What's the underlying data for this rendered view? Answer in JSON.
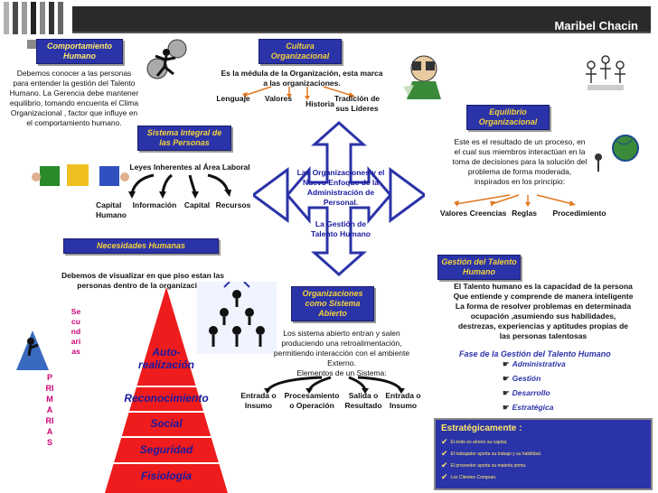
{
  "header": {
    "author": "Maribel Chacin"
  },
  "comportamiento": {
    "title": "Comportamiento Humano",
    "text": "Debemos conocer a las personas para entender la gestión del Talento Humano. La Gerencia debe mantener equilibrio, tomando encuenta el Clima Organizacional , factor que influye en el comportamiento humano."
  },
  "cultura": {
    "title": "Cultura Organizacional",
    "text": "Es la médula de la Organización, esta marca a las organizaciones.",
    "items": [
      "Lenguaje",
      "Valores",
      "Historia",
      "Tradición de sus Líderes"
    ]
  },
  "equilibrio": {
    "title": "Equilibrio Organizacional",
    "text": "Este es el resultado de un proceso, en el cual sus miembros interactúan en la toma de decisiones para la solución del problema de forma moderada, inspirados en los principio:",
    "items": [
      "Valores",
      "Creencias",
      "Reglas",
      "Procedimiento"
    ]
  },
  "sistema": {
    "title": "Sistema Integral de las Personas",
    "subtitle": "Leyes Inherentes al Área Laboral",
    "items": [
      "Capital Humano",
      "Información",
      "Capital",
      "Recursos"
    ]
  },
  "center": {
    "line1": "Las Organizaciones y el Nuevo Enfoque de la Administración de Personal.",
    "line2": "La Gestión de Talento Humano"
  },
  "necesidades": {
    "title": "Necesidades Humanas",
    "text": "Debemos de visualizar en que piso estan las personas dentro de la organizacion.",
    "secundarias": "Secundarias",
    "primarias": "PRIMARIAS",
    "levels": [
      "Auto-realización",
      "Reconocimiento",
      "Social",
      "Seguridad",
      "Fisiología"
    ]
  },
  "abierto": {
    "title": "Organizaciones como Sistema Abierto",
    "text": "Los sistema abierto entran y salen produciendo una retroalimentación, permitiendo interacción con el ambiente Externo.",
    "subtitle": "Elementos de un Sistema:",
    "items": [
      "Entrada o Insumo",
      "Procesamiento o Operación",
      "Salida o Resultado",
      "Entrada o Insumo"
    ]
  },
  "talento": {
    "title": "Gestión del Talento Humano",
    "text": "El Talento humano es la capacidad de la persona Que entiende y comprende de manera inteligente La forma de resolver problemas en determinada ocupación ,asumiendo sus habilidades, destrezas, experiencias y aptitudes propias de las personas talentosas",
    "fase_title": "Fase de la Gestión del Talento Humano",
    "fases": [
      "Administrativa",
      "Gestión",
      "Desarrollo",
      "Estratégica"
    ]
  },
  "estrategico": {
    "title": "Estratégicamente :",
    "items": [
      "El éxito es ahorro su capital.",
      "El trabajador aporta su trabajo y su habilidad.",
      "El proveedor aporta su materia prima.",
      "Los Clientes Compran."
    ]
  },
  "colors": {
    "accent_blue": "#2b33a8",
    "gold": "#f3d23a",
    "pyramid_red": "#ee1c1c",
    "arrow_orange": "#e07820"
  }
}
